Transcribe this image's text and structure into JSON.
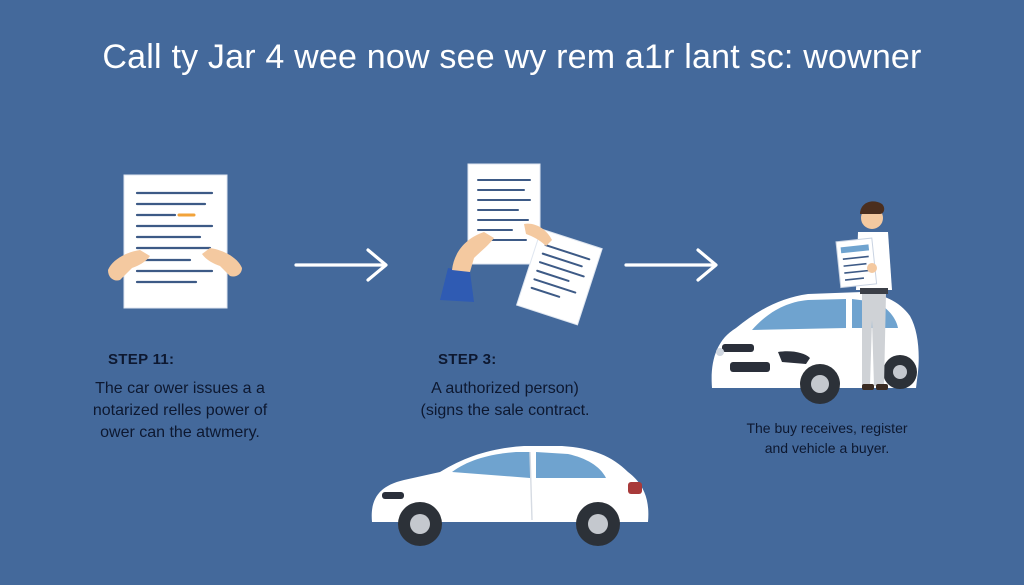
{
  "title": "Call ty Jar 4 wee now see wy rem a1r lant sc: wowner",
  "steps": [
    {
      "label": "STEP 11:",
      "lines": [
        "The car ower issues a a",
        "notarized relles power of",
        "ower can the atwmery."
      ]
    },
    {
      "label": "STEP 3:",
      "lines": [
        "A authorized person)",
        "(signs the sale contract."
      ]
    },
    {
      "label": "",
      "lines": [
        "The buy receives, register",
        "and vehicle a buyer."
      ]
    }
  ],
  "icons": [
    "document-hands-icon",
    "arrow-right-icon",
    "signing-contract-icon",
    "arrow-right-icon",
    "buyer-with-car-icon",
    "car-icon"
  ],
  "colors": {
    "background": "#44699b",
    "text_dark": "#0d1830",
    "accent_orange": "#f2a33a",
    "car_white": "#ffffff",
    "sleeve_blue": "#2f5bb3"
  }
}
